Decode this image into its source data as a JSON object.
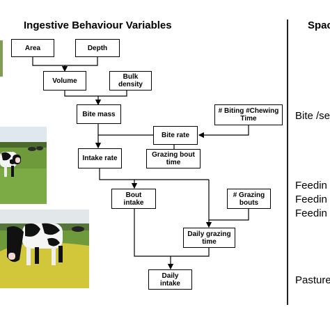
{
  "diagram": {
    "title": "Ingestive Behaviour Variables",
    "side_title": "Spac",
    "nodes": {
      "area": "Area",
      "depth": "Depth",
      "volume": "Volume",
      "bulk_density": "Bulk\ndensity",
      "bite_mass": "Bite mass",
      "biting_chewing_time": "# Biting #Chewing\nTime",
      "bite_rate": "Bite rate",
      "intake_rate": "Intake rate",
      "grazing_bout_time": "Grazing bout\ntime",
      "bout_intake": "Bout\nintake",
      "grazing_bouts": "# Grazing\nbouts",
      "daily_grazing_time": "Daily grazing\ntime",
      "daily_intake": "Daily\nintake"
    },
    "side_labels": [
      "Bite /se",
      "Feedin",
      "Feedin",
      "Feedin",
      "Pasture"
    ]
  },
  "photos": [
    {
      "name": "top-partial-photo",
      "subject": "pasture"
    },
    {
      "name": "cow-photo-1",
      "subject": "holstein cow grazing"
    },
    {
      "name": "cow-photo-2",
      "subject": "holstein cow grazing on highlighted patch"
    }
  ],
  "colors": {
    "pasture_green": "#6f9a3c",
    "highlight_yellow": "#e4cf3a",
    "sky": "#dfe8ee"
  }
}
